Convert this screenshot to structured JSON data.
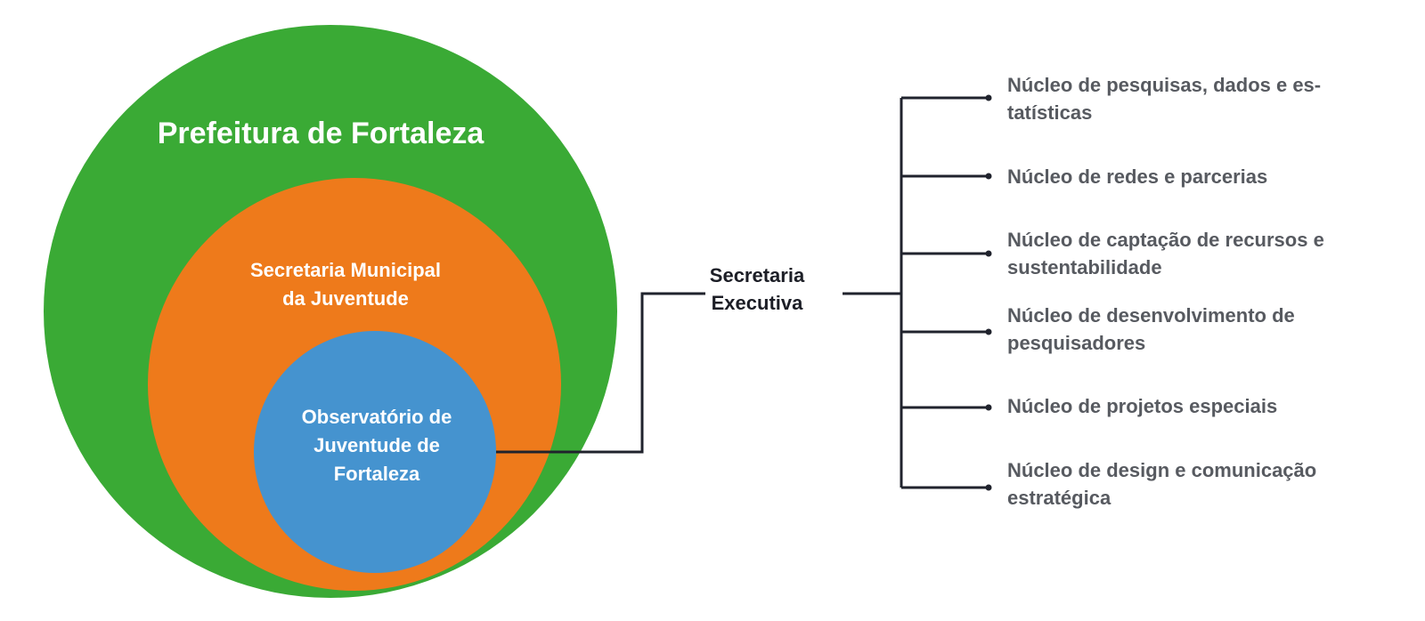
{
  "diagram": {
    "outer_circle": {
      "label": "Prefeitura de Fortaleza",
      "color": "#3aaa35"
    },
    "middle_circle": {
      "label_line1": "Secretaria Municipal",
      "label_line2": "da Juventude",
      "color": "#ee7a1b"
    },
    "inner_circle": {
      "label_line1": "Observatório de",
      "label_line2": "Juventude de",
      "label_line3": "Fortaleza",
      "color": "#4593cf"
    },
    "executive": {
      "label_line1": "Secretaria",
      "label_line2": "Executiva"
    },
    "connector_color": "#20232d",
    "nucleos": [
      {
        "line1": "Núcleo de pesquisas, dados e es-",
        "line2": "tatísticas"
      },
      {
        "line1": "Núcleo de redes e parcerias",
        "line2": ""
      },
      {
        "line1": "Núcleo de captação de recursos e",
        "line2": "sustentabilidade"
      },
      {
        "line1": "Núcleo de desenvolvimento de",
        "line2": "pesquisadores"
      },
      {
        "line1": "Núcleo de projetos especiais",
        "line2": ""
      },
      {
        "line1": "Núcleo de design e comunicação",
        "line2": "estratégica"
      }
    ]
  }
}
